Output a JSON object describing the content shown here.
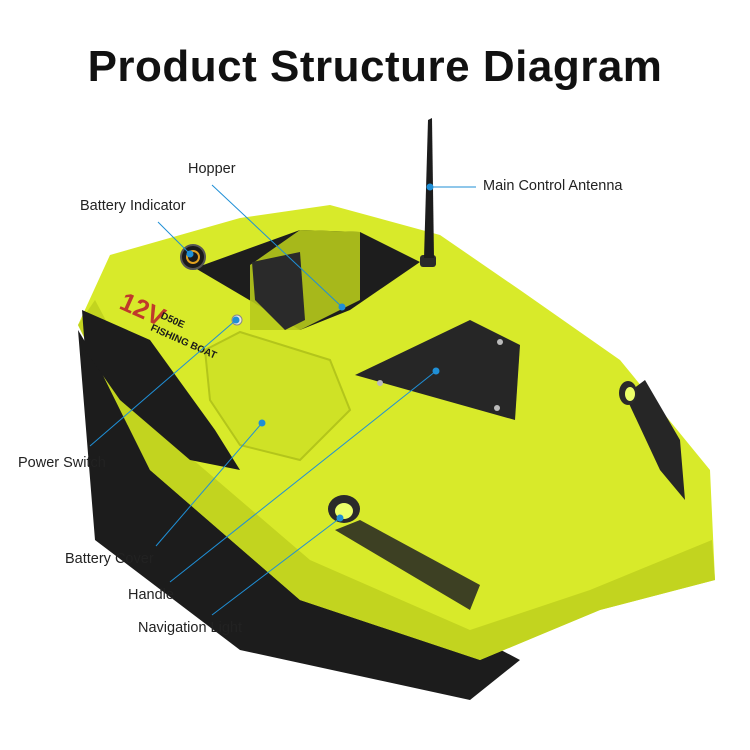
{
  "title": "Product Structure Diagram",
  "colors": {
    "hull": "#d8ea2a",
    "hull_shadow": "#b7ca1c",
    "hull_dark": "#1c1c1c",
    "leader": "#1f8fd6"
  },
  "boat_text": {
    "voltage": "12V",
    "model": "D50E",
    "name": "FISHING BOAT"
  },
  "labels": {
    "hopper": "Hopper",
    "antenna": "Main Control Antenna",
    "battery_indicator": "Battery Indicator",
    "power_switch": "Power Switch",
    "battery_cover": "Battery Cover",
    "handle": "Handle",
    "navigation_light": "Navigation Light"
  }
}
